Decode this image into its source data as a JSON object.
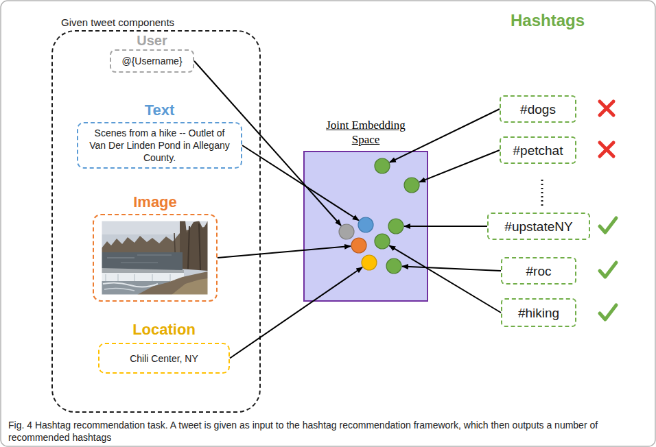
{
  "diagram": {
    "caption": "Fig. 4 Hashtag recommendation task. A tweet is given as input to the hashtag recommendation framework, which then outputs a number of recommended hashtags",
    "nodes": [
      {
        "text": [
          "Given tweet components"
        ]
      },
      {
        "text": [
          "User",
          "@{Username}"
        ],
        "in": 0
      },
      {
        "text": [
          "Text",
          "Scenes from a hike -- Outlet of Van Der Linden Pond in Allegany County."
        ],
        "in": 0
      },
      {
        "text": [
          "Image"
        ],
        "in": 0
      },
      {
        "text": [
          "Location",
          "Chili Center, NY"
        ],
        "in": 0
      },
      {
        "text": [
          "Joint Embedding Space"
        ]
      },
      {
        "text": [
          "#dogs"
        ]
      },
      {
        "text": [
          "#petchat"
        ]
      },
      {
        "text": [
          "#upstateNY"
        ]
      },
      {
        "text": [
          "#roc"
        ]
      },
      {
        "text": [
          "#hiking"
        ]
      }
    ],
    "edges": [
      {
        "from": 1,
        "to": 5,
        "arrow": "to"
      },
      {
        "from": 2,
        "to": 5,
        "arrow": "to"
      },
      {
        "from": 3,
        "to": 5,
        "arrow": "to"
      },
      {
        "from": 4,
        "to": 5,
        "arrow": "to"
      },
      {
        "from": 6,
        "to": 5,
        "arrow": "to"
      },
      {
        "from": 7,
        "to": 5,
        "arrow": "to"
      },
      {
        "from": 8,
        "to": 5,
        "arrow": "to"
      },
      {
        "from": 9,
        "to": 5,
        "arrow": "to"
      },
      {
        "from": 10,
        "to": 5,
        "arrow": "to"
      }
    ],
    "labels": [
      "Hashtags"
    ]
  }
}
